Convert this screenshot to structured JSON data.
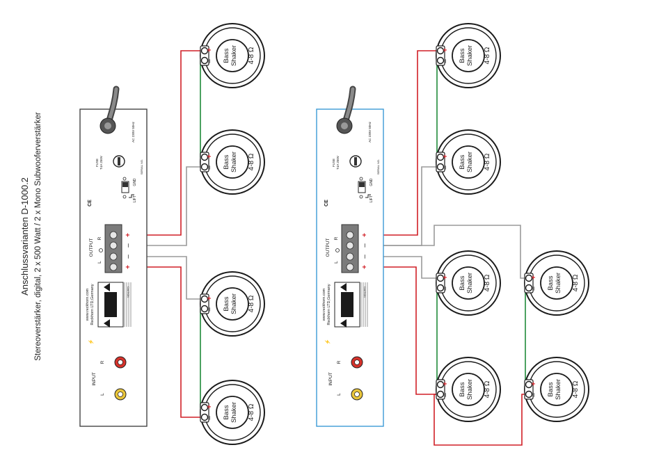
{
  "title": "Anschlussvarianten D-1000.2",
  "subtitle": "Stereoverstärker, digital, 2 x 500 Watt / 2 x Mono Subwooferverstärker",
  "shaker": {
    "line1": "Bass",
    "line2": "Shaker",
    "impedance": "4-8 Ω",
    "plus": "+",
    "minus": "–"
  },
  "amp": {
    "mains": "AC 230V 50Hz",
    "fuse": "FUSE",
    "fuse_rating": "T4A 250V",
    "lift": "LIFT",
    "gnd": "GND",
    "serial": "SERIAL NO.",
    "ce": "CE",
    "output": "OUTPUT",
    "L": "L",
    "R": "R",
    "input": "INPUT",
    "url": "www.reckhorn.com",
    "maker": "Reckhorn LTD,Germany",
    "caution": "CAUTION",
    "term_plus": "+",
    "term_minus": "–"
  },
  "colors": {
    "positive_wire": "#d11f26",
    "negative_wire": "#9a9a9a",
    "bridge_wire": "#1f8a3a",
    "amp_border_left": "#444444",
    "amp_border_right": "#3b9ad6",
    "terminal": "#7b7b7b",
    "rca_r": "#d6322b",
    "rca_l": "#e9c53a"
  }
}
